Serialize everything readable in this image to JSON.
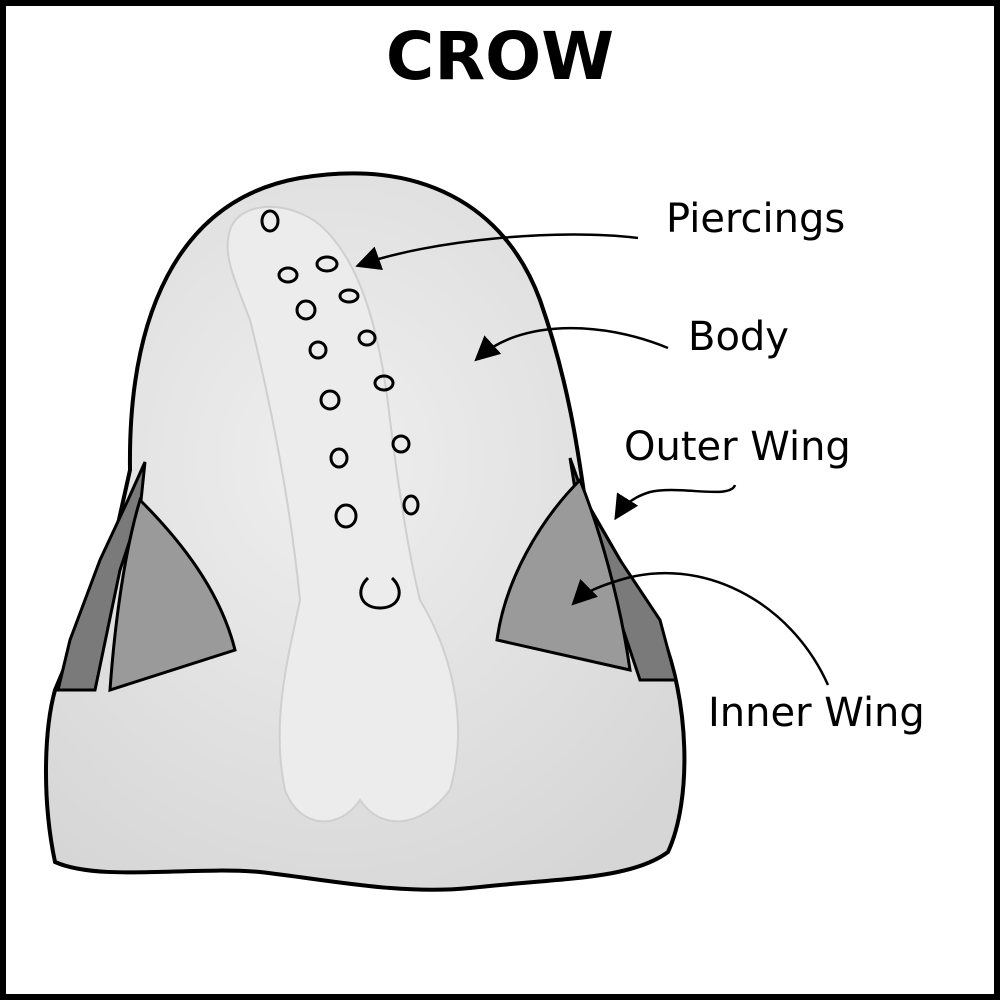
{
  "title": "CROW",
  "labels": {
    "piercings": "Piercings",
    "body": "Body",
    "outer_wing": "Outer Wing",
    "inner_wing": "Inner Wing"
  },
  "colors": {
    "body_fill": "#e4e4e4",
    "wing_fill": "#9a9a9a",
    "outer_wing_fill": "#7a7a7a",
    "outline": "#000000"
  }
}
